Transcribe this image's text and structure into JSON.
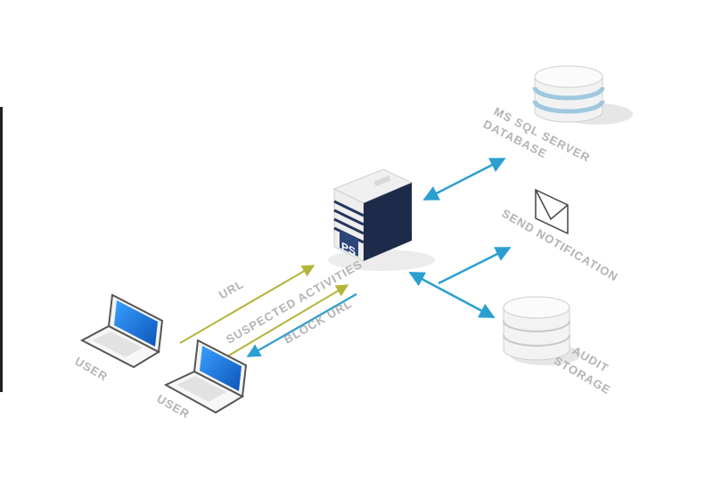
{
  "labels": {
    "db_line1": "MS SQL SERVER",
    "db_line2": "DATABASE",
    "notification": "SEND NOTIFICATION",
    "audit_line1": "AUDIT",
    "audit_line2": "STORAGE",
    "user_left": "USER",
    "user_right": "USER",
    "flow_url": "URL",
    "flow_activities": "SUSPECTED ACTIVITIES",
    "flow_block": "BLOCK URL",
    "server_logo": "PS"
  },
  "colors": {
    "arrow_blue": "#2a9fd0",
    "arrow_olive": "#b4b43a",
    "server_dark": "#1e2a4a",
    "label_gray": "#b3b3b3",
    "screen_blue": "#1a6fd0"
  }
}
